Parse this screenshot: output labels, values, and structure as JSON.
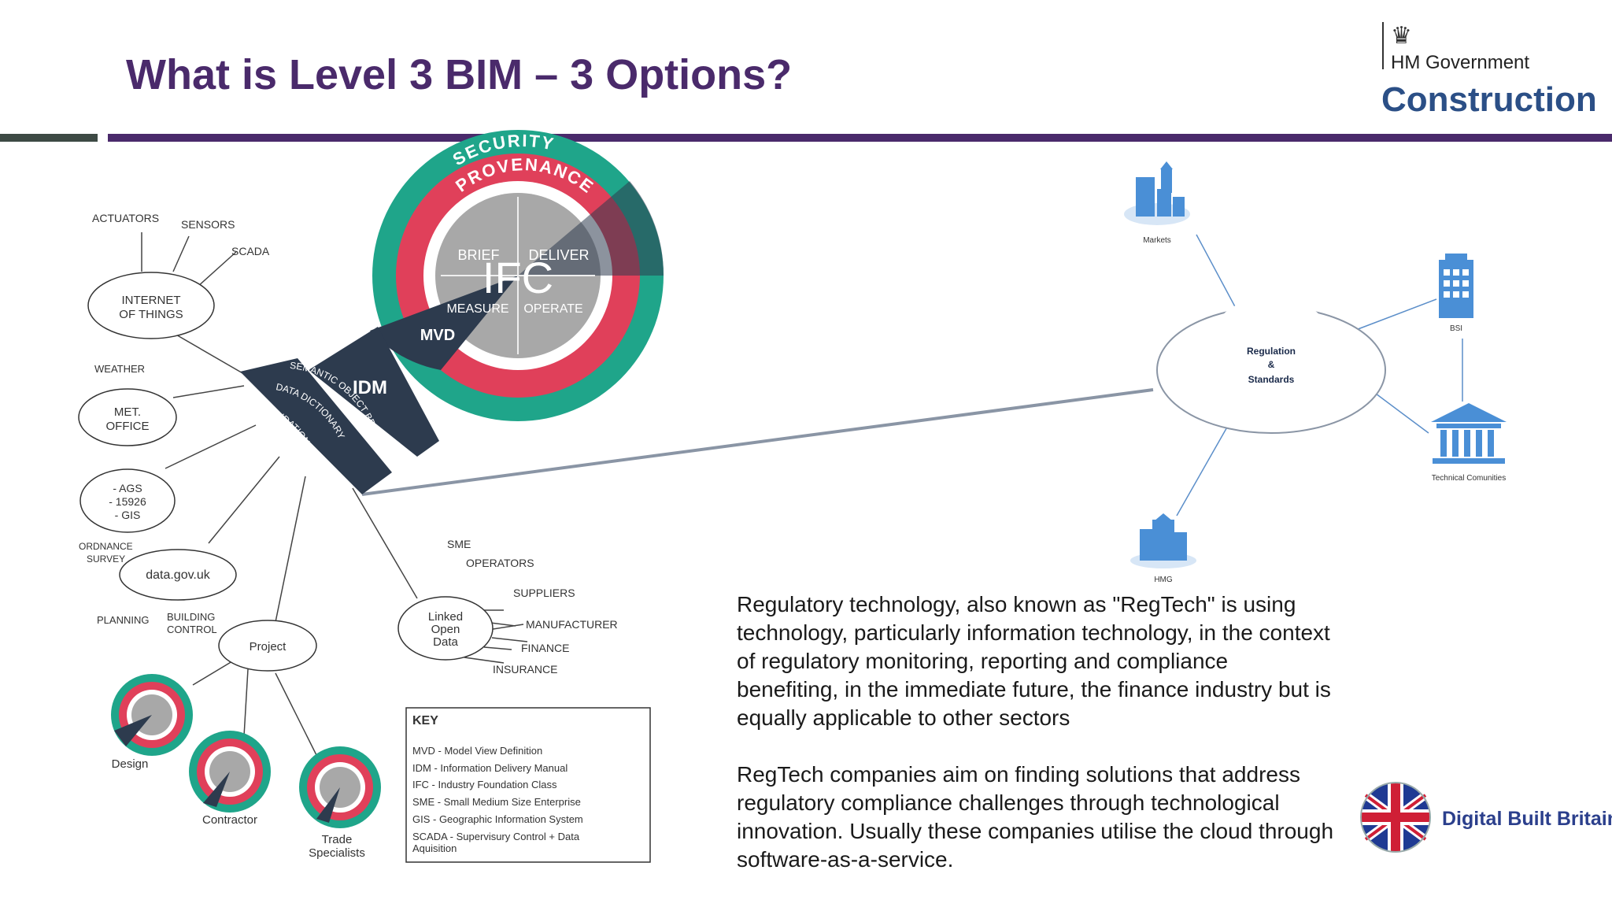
{
  "slide": {
    "title": "What is Level 3 BIM – 3 Options?"
  },
  "logo": {
    "line1": "HM Government",
    "line2": "Construction",
    "crest_icon": "royal-crest-icon"
  },
  "wheel": {
    "outer_ring": "SECURITY",
    "middle_ring": "PROVENANCE",
    "center": "IFC",
    "quadrants": [
      "BRIEF",
      "DELIVER",
      "MEASURE",
      "OPERATE"
    ],
    "mvd": "MVD",
    "idm": "IDM",
    "arc_labels": [
      "SEMANTIC OBJECT BROKER",
      "DATA DICTIONARY",
      "VALIDATION"
    ]
  },
  "left_nodes": {
    "actuators": "ACTUATORS",
    "sensors": "SENSORS",
    "scada": "SCADA",
    "iot": [
      "INTERNET",
      "OF THINGS"
    ],
    "weather": "WEATHER",
    "met": [
      "MET.",
      "OFFICE"
    ],
    "ags": [
      "- AGS",
      "- 15926",
      "- GIS"
    ],
    "ordnance": [
      "ORDNANCE",
      "SURVEY"
    ],
    "datagov": "data.gov.uk",
    "planning": "PLANNING",
    "building": [
      "BUILDING",
      "CONTROL"
    ],
    "project": "Project",
    "design": "Design",
    "contractor": "Contractor",
    "trade": [
      "Trade",
      "Specialists"
    ]
  },
  "right_nodes": {
    "linked": [
      "Linked",
      "Open",
      "Data"
    ],
    "sme": "SME",
    "operators": "OPERATORS",
    "suppliers": "SUPPLIERS",
    "manufacturer": "MANUFACTURER",
    "finance": "FINANCE",
    "insurance": "INSURANCE"
  },
  "key": {
    "heading": "KEY",
    "items": [
      "MVD - Model View Definition",
      "IDM - Information Delivery Manual",
      "IFC - Industry Foundation Class",
      "SME - Small Medium Size Enterprise",
      "GIS - Geographic Information System",
      "SCADA - Supervisury Control + Data",
      "Aquisition"
    ]
  },
  "network": {
    "center": [
      "Regulation",
      "&",
      "Standards"
    ],
    "markets": "Markets",
    "bsi": "BSI",
    "technical": "Technical Comunities",
    "hmg": "HMG"
  },
  "regtech": {
    "para1": "Regulatory technology, also known as \"RegTech\" is using technology, particularly information technology, in the context of regulatory monitoring, reporting and compliance benefiting, in the immediate future, the finance industry but is equally applicable to other sectors",
    "para2": "RegTech companies aim on finding solutions that address regulatory compliance challenges through technological innovation. Usually these companies utilise the cloud through software-as-a-service."
  },
  "dbb": {
    "label": "Digital Built Britain",
    "icon": "union-flag-globe-icon"
  },
  "colors": {
    "purple": "#4a2a6b",
    "teal": "#1fa58a",
    "red": "#e0405a",
    "navy": "#2d3b4e",
    "blue": "#4a8fd6"
  }
}
